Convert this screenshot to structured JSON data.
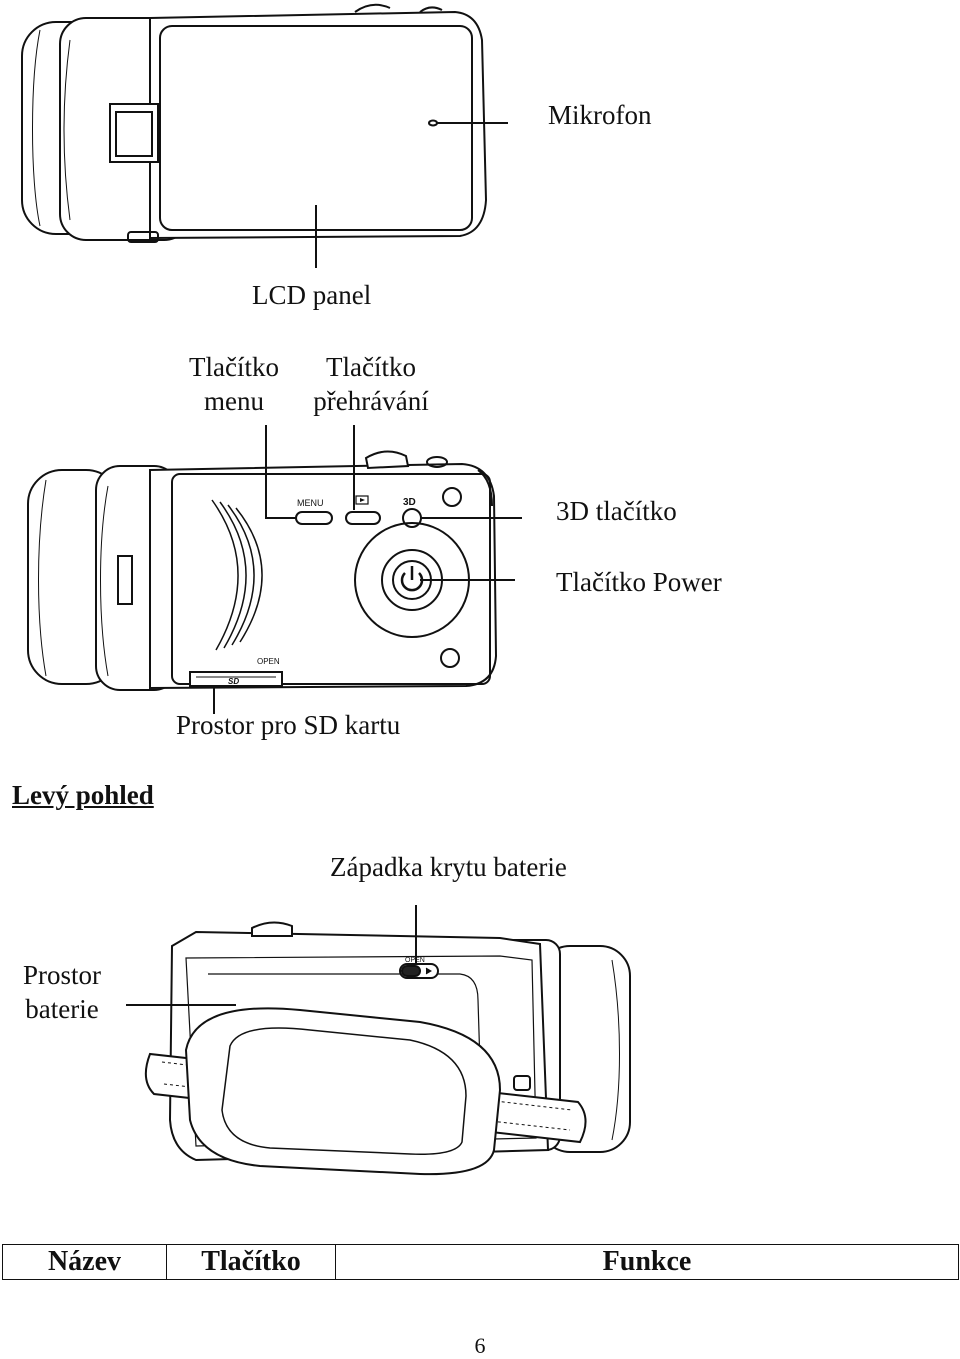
{
  "top_view": {
    "labels": {
      "microphone": "Mikrofon",
      "lcd_panel": "LCD panel"
    }
  },
  "left_view": {
    "labels": {
      "menu_button": [
        "Tlačítko",
        "menu"
      ],
      "playback_button": [
        "Tlačítko",
        "přehrávání"
      ],
      "button_3d": "3D tlačítko",
      "power_button": "Tlačítko Power",
      "sd_slot": "Prostor pro SD kartu"
    },
    "device_text": {
      "menu": "MENU",
      "three_d": "3D",
      "open": "OPEN",
      "sd": "SD"
    }
  },
  "section_heading": "Levý pohled",
  "bottom_view": {
    "labels": {
      "battery_latch": "Západka krytu baterie",
      "battery_compartment": [
        "Prostor",
        "baterie"
      ]
    },
    "device_text": {
      "open": "OPEN"
    }
  },
  "table": {
    "headers": [
      "Název",
      "Tlačítko",
      "Funkce"
    ]
  },
  "page_number": "6"
}
